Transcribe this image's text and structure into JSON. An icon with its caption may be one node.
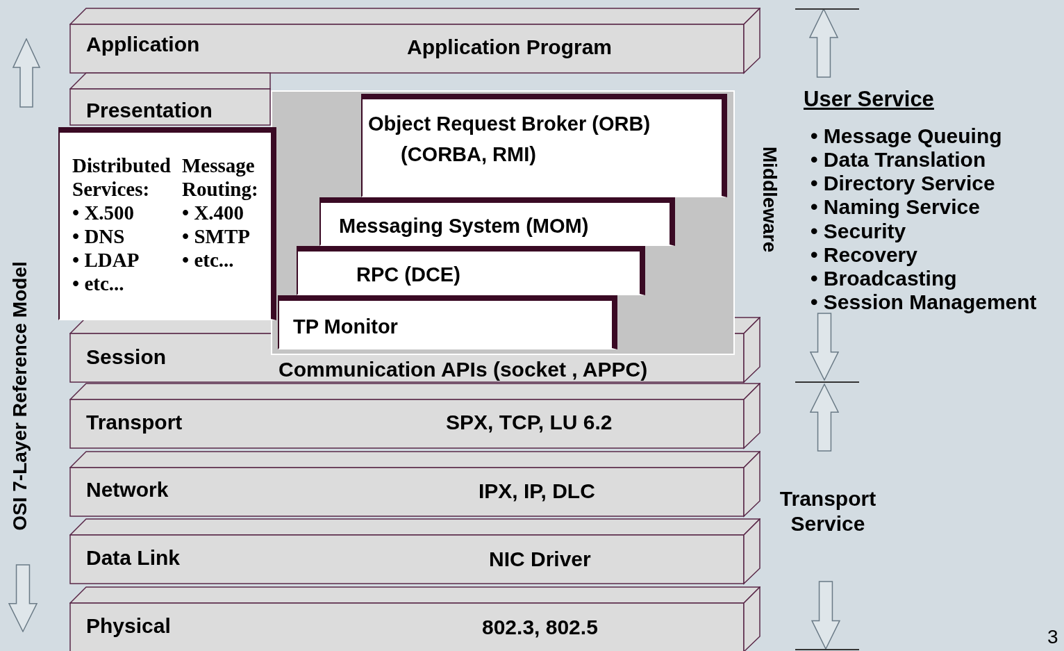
{
  "diagram": {
    "nodes": [
      {
        "text": [
          "Application",
          "Application Program"
        ]
      },
      {
        "text": [
          "Presentation"
        ]
      },
      {
        "text": [
          "Session",
          "Communication APIs (socket , APPC)"
        ]
      },
      {
        "text": [
          "Transport",
          "SPX, TCP, LU 6.2"
        ]
      },
      {
        "text": [
          "Network",
          "IPX, IP, DLC"
        ]
      },
      {
        "text": [
          "Data Link",
          "NIC Driver"
        ]
      },
      {
        "text": [
          "Physical",
          "802.3, 802.5"
        ]
      },
      {
        "text": [
          "Distributed Services:",
          "• X.500",
          "• DNS",
          "• LDAP",
          "• etc...",
          "Message Routing:",
          "• X.400",
          "• SMTP",
          "• etc..."
        ]
      },
      {
        "text": [],
        "shape": "box"
      },
      {
        "text": [
          "Object Request Broker (ORB)",
          "(CORBA, RMI)"
        ],
        "in": 8
      },
      {
        "text": [
          "Messaging System (MOM)"
        ],
        "in": 8
      },
      {
        "text": [
          "RPC (DCE)"
        ],
        "in": 8
      },
      {
        "text": [
          "TP Monitor"
        ],
        "in": 8
      }
    ],
    "labels": [
      "OSI 7-Layer Reference Model",
      "Middleware",
      "User Service",
      "• Message Queuing",
      "• Data Translation",
      "• Directory Service",
      "• Naming Service",
      "• Security",
      "• Recovery",
      "• Broadcasting",
      "• Session Management",
      "Transport Service",
      "3"
    ]
  }
}
